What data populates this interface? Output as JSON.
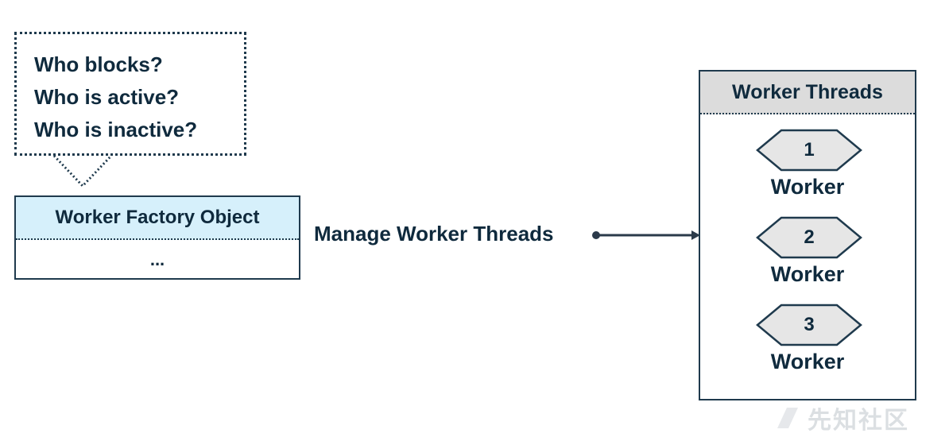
{
  "bubble": {
    "lines": [
      "Who blocks?",
      "Who is active?",
      "Who is inactive?"
    ]
  },
  "worker_factory": {
    "title": "Worker Factory Object",
    "body": "..."
  },
  "connector": {
    "label": "Manage Worker Threads"
  },
  "worker_threads": {
    "title": "Worker Threads",
    "workers": [
      {
        "number": "1",
        "label": "Worker"
      },
      {
        "number": "2",
        "label": "Worker"
      },
      {
        "number": "3",
        "label": "Worker"
      }
    ]
  },
  "watermark": {
    "text": "先知社区",
    "icon": "logo-icon"
  },
  "colors": {
    "ink": "#0f2a3d",
    "outline": "#1f3a4d",
    "factory_header": "#d6f0fb",
    "threads_header": "#dcdcdc",
    "diamond_fill": "#e6e6e6"
  }
}
